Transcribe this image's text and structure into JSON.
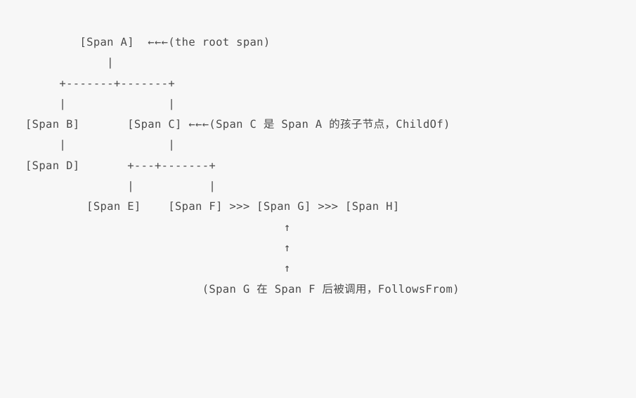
{
  "document": {
    "type": "ascii-art-diagram",
    "subject": "distributed tracing span relationship tree",
    "background_color": "#f7f7f7",
    "text_color": "#4a4a4a"
  },
  "diagram": {
    "lines": [
      "        [Span A]  ←←←(the root span)",
      "            |",
      "     +-------+-------+",
      "     |               |",
      "[Span B]       [Span C] ←←←(Span C 是 Span A 的孩子节点，ChildOf)",
      "     |               |",
      "[Span D]       +---+-------+",
      "               |           |",
      "         [Span E]    [Span F] >>> [Span G] >>> [Span H]",
      "                                      ↑",
      "                                      ↑",
      "                                      ↑",
      "                          (Span G 在 Span F 后被调用，FollowsFrom)"
    ],
    "nodes": [
      {
        "id": "A",
        "label": "[Span A]",
        "note": "the root span"
      },
      {
        "id": "B",
        "label": "[Span B]",
        "note": ""
      },
      {
        "id": "C",
        "label": "[Span C]",
        "note": "Span C 是 Span A 的孩子节点，ChildOf"
      },
      {
        "id": "D",
        "label": "[Span D]",
        "note": ""
      },
      {
        "id": "E",
        "label": "[Span E]",
        "note": ""
      },
      {
        "id": "F",
        "label": "[Span F]",
        "note": ""
      },
      {
        "id": "G",
        "label": "[Span G]",
        "note": "Span G 在 Span F 后被调用，FollowsFrom"
      },
      {
        "id": "H",
        "label": "[Span H]",
        "note": ""
      }
    ],
    "annotations": {
      "root_span": "(the root span)",
      "child_of": "(Span C 是 Span A 的孩子节点，ChildOf)",
      "follows_from": "(Span G 在 Span F 后被调用，FollowsFrom)"
    },
    "glyphs": {
      "left_arrow_run": "←←←",
      "follows_arrow": ">>>",
      "up_arrow": "↑",
      "vertical_connector": "|",
      "junction": "+",
      "horizontal_connector": "-"
    },
    "relations": [
      {
        "from": "A",
        "to": "B",
        "type": "ChildOf"
      },
      {
        "from": "A",
        "to": "C",
        "type": "ChildOf"
      },
      {
        "from": "B",
        "to": "D",
        "type": "ChildOf"
      },
      {
        "from": "C",
        "to": "E",
        "type": "ChildOf"
      },
      {
        "from": "C",
        "to": "F",
        "type": "ChildOf"
      },
      {
        "from": "F",
        "to": "G",
        "type": "FollowsFrom"
      },
      {
        "from": "G",
        "to": "H",
        "type": "FollowsFrom"
      }
    ]
  }
}
